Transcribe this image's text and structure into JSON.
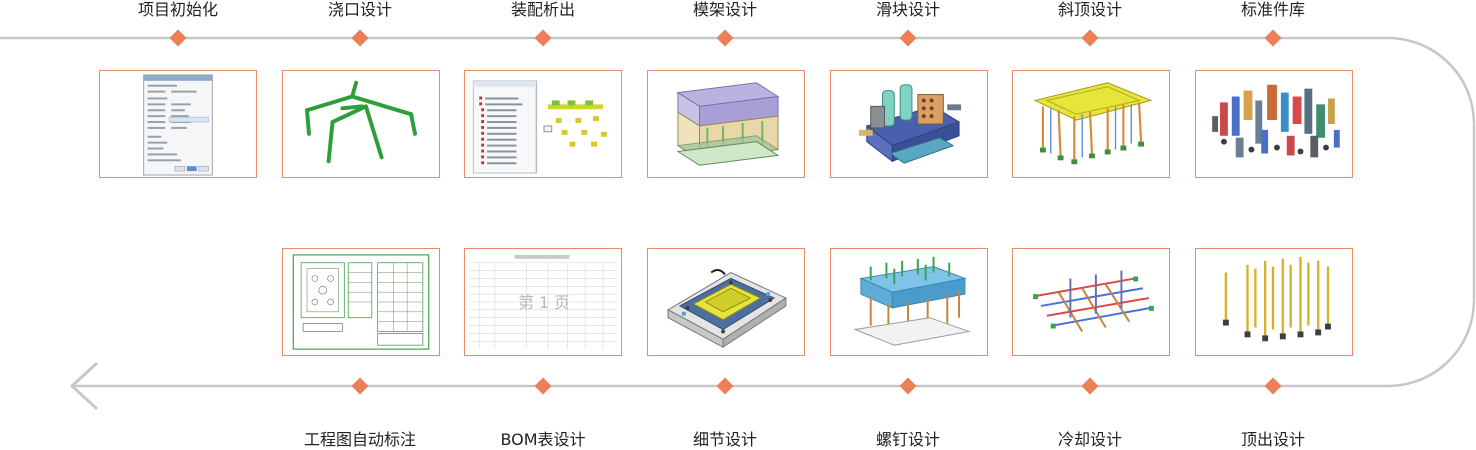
{
  "colors": {
    "track": "#c7c7c7",
    "accent": "#ec7f56",
    "border": "#e88b68"
  },
  "top_steps": [
    {
      "label": "项目初始化",
      "icon": "project-init-dialog"
    },
    {
      "label": "浇口设计",
      "icon": "gate-runner-model"
    },
    {
      "label": "装配析出",
      "icon": "assembly-tree"
    },
    {
      "label": "模架设计",
      "icon": "mold-base-model"
    },
    {
      "label": "滑块设计",
      "icon": "slider-model"
    },
    {
      "label": "斜顶设计",
      "icon": "lifter-model"
    },
    {
      "label": "标准件库",
      "icon": "standard-parts"
    }
  ],
  "bottom_steps": [
    {
      "label": "工程图自动标注",
      "icon": "engineering-drawing"
    },
    {
      "label": "BOM表设计",
      "icon": "bom-table",
      "watermark": "第 1 页"
    },
    {
      "label": "细节设计",
      "icon": "detail-model"
    },
    {
      "label": "螺钉设计",
      "icon": "screw-model"
    },
    {
      "label": "冷却设计",
      "icon": "cooling-model"
    },
    {
      "label": "顶出设计",
      "icon": "ejector-model"
    }
  ],
  "end_icon": "arrow-left-icon"
}
